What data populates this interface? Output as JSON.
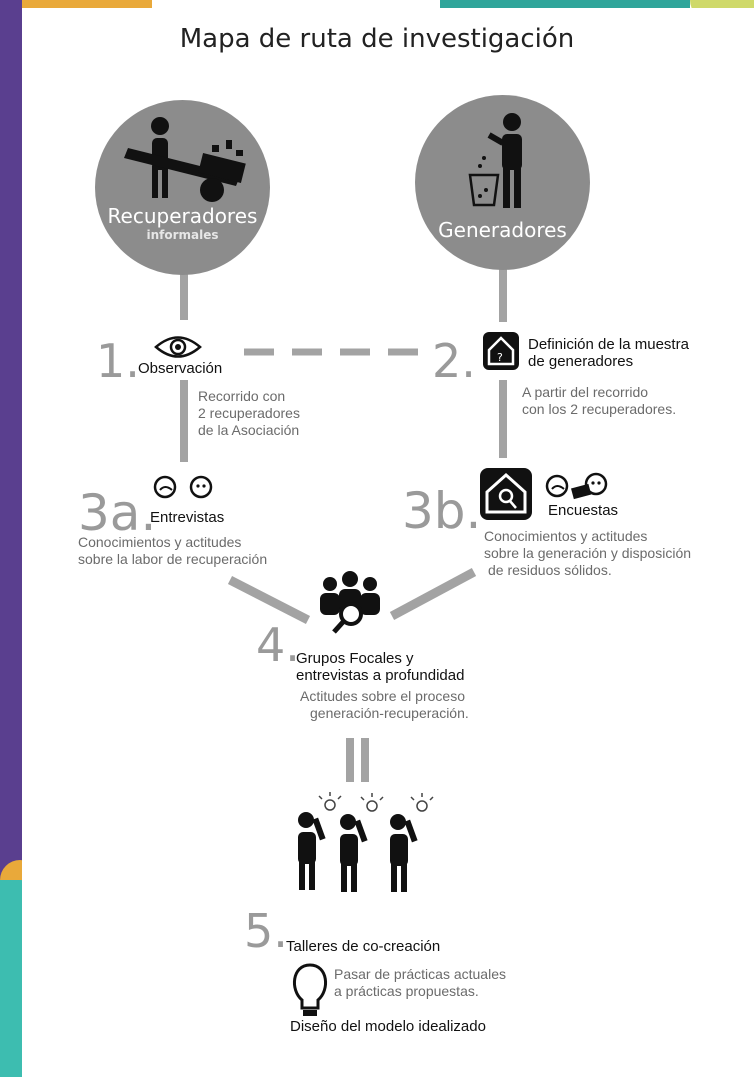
{
  "title": "Mapa de ruta de investigación",
  "actors": {
    "left": {
      "label": "Recuperadores",
      "sublabel": "informales"
    },
    "right": {
      "label": "Generadores"
    }
  },
  "steps": {
    "s1": {
      "number": "1.",
      "title": "Observación",
      "desc": [
        "Recorrido con",
        "2 recuperadores",
        "de la Asociación"
      ]
    },
    "s2": {
      "number": "2.",
      "title": [
        "Definición de la muestra",
        "de generadores"
      ],
      "desc": [
        "A partir del recorrido",
        "con los 2 recuperadores."
      ]
    },
    "s3a": {
      "number": "3a.",
      "title": "Entrevistas",
      "desc": [
        "Conocimientos y actitudes",
        "sobre la labor de recuperación"
      ]
    },
    "s3b": {
      "number": "3b.",
      "title": "Encuestas",
      "desc": [
        "Conocimientos y actitudes",
        "sobre la generación y disposición",
        "de residuos sólidos."
      ]
    },
    "s4": {
      "number": "4.",
      "title": [
        "Grupos Focales y",
        "entrevistas a profundidad"
      ],
      "desc": [
        "Actitudes sobre el proceso",
        "generación-recuperación."
      ]
    },
    "s5": {
      "number": "5.",
      "title": "Talleres de co-creación",
      "desc": [
        "Pasar de prácticas actuales",
        "a prácticas propuestas."
      ],
      "result": "Diseño del modelo idealizado"
    }
  }
}
